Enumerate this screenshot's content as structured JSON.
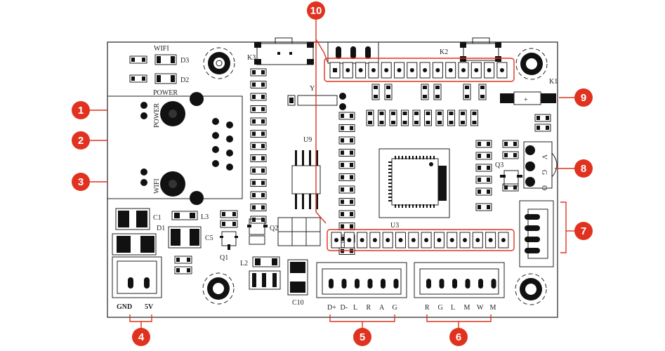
{
  "board": {
    "silkscreen": {
      "wifi_top": "WIFI",
      "d3": "D3",
      "d2": "D2",
      "power_top": "POWER",
      "power_side": "POWER",
      "wifi_side": "WIFI",
      "k3": "K3",
      "k2": "K2",
      "k1": "K1",
      "y": "Y",
      "u9": "U9",
      "u3": "U3",
      "q3": "Q3",
      "c1": "C1",
      "d1": "D1",
      "l3": "L3",
      "c5": "C5",
      "q1": "Q1",
      "q2": "Q2",
      "l2": "L2",
      "c10": "C10",
      "gnd": "GND",
      "v5": "5V",
      "jack_v": "V",
      "jack_g": "G",
      "jack_o": "O",
      "plus": "+",
      "pins_mid": [
        "D+",
        "D-",
        "L",
        "R",
        "A",
        "G"
      ],
      "pins_right": [
        "R",
        "G",
        "L",
        "M",
        "W",
        "M"
      ]
    }
  },
  "callouts": [
    {
      "id": "1",
      "label": "1"
    },
    {
      "id": "2",
      "label": "2"
    },
    {
      "id": "3",
      "label": "3"
    },
    {
      "id": "4",
      "label": "4"
    },
    {
      "id": "5",
      "label": "5"
    },
    {
      "id": "6",
      "label": "6"
    },
    {
      "id": "7",
      "label": "7"
    },
    {
      "id": "8",
      "label": "8"
    },
    {
      "id": "9",
      "label": "9"
    },
    {
      "id": "10",
      "label": "10"
    }
  ],
  "colors": {
    "callout": "#e0321f",
    "outline": "#222222",
    "fill": "#111111"
  }
}
